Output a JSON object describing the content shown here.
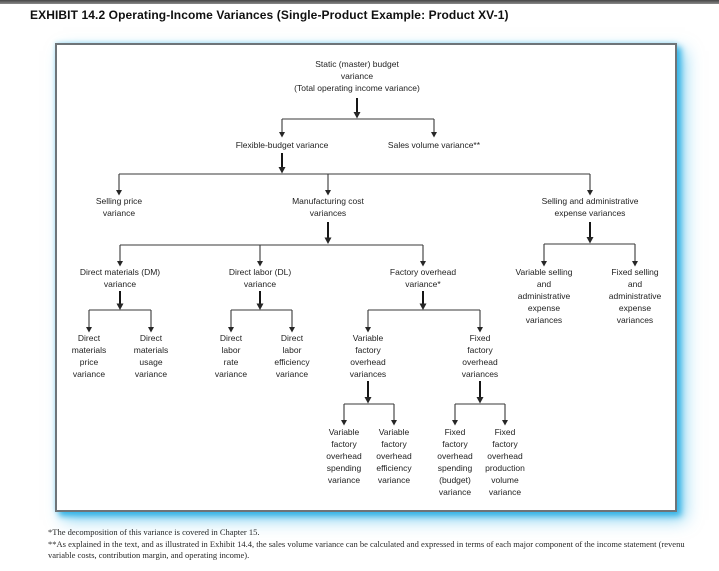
{
  "title": "EXHIBIT 14.2 Operating-Income Variances (Single-Product Example: Product XV-1)",
  "colors": {
    "box_glow": "#33b3e6",
    "box_border": "#6e7478",
    "line": "#3a3a3a",
    "text": "#1f1f1f"
  },
  "nodes": {
    "static_budget": "Static (master) budget\nvariance\n(Total operating income variance)",
    "flexible_budget": "Flexible-budget variance",
    "sales_volume": "Sales volume variance**",
    "selling_price": "Selling price\nvariance",
    "manufacturing_cost": "Manufacturing cost\nvariances",
    "selling_admin": "Selling and administrative\nexpense variances",
    "direct_materials": "Direct materials (DM)\nvariance",
    "direct_labor": "Direct labor (DL)\nvariance",
    "factory_overhead": "Factory overhead\nvariance*",
    "variable_selling_admin": "Variable selling\nand\nadministrative\nexpense\nvariances",
    "fixed_selling_admin": "Fixed selling\nand\nadministrative\nexpense\nvariances",
    "dm_price": "Direct\nmaterials\nprice\nvariance",
    "dm_usage": "Direct\nmaterials\nusage\nvariance",
    "dl_rate": "Direct\nlabor\nrate\nvariance",
    "dl_efficiency": "Direct\nlabor\nefficiency\nvariance",
    "variable_foh": "Variable\nfactory\noverhead\nvariances",
    "fixed_foh": "Fixed\nfactory\noverhead\nvariances",
    "vfoh_spending": "Variable\nfactory\noverhead\nspending\nvariance",
    "vfoh_efficiency": "Variable\nfactory\noverhead\nefficiency\nvariance",
    "ffoh_spending": "Fixed\nfactory\noverhead\nspending\n(budget)\nvariance",
    "ffoh_volume": "Fixed\nfactory\noverhead\nproduction\nvolume\nvariance"
  },
  "footnotes": {
    "note1": "*The decomposition of this variance is covered in Chapter 15.",
    "note2": "**As explained in the text, and as illustrated in Exhibit 14.4, the sales volume variance can be calculated and expressed in terms of each major component of the income statement (revenu",
    "note2_cont": "variable costs, contribution margin, and operating income)."
  }
}
